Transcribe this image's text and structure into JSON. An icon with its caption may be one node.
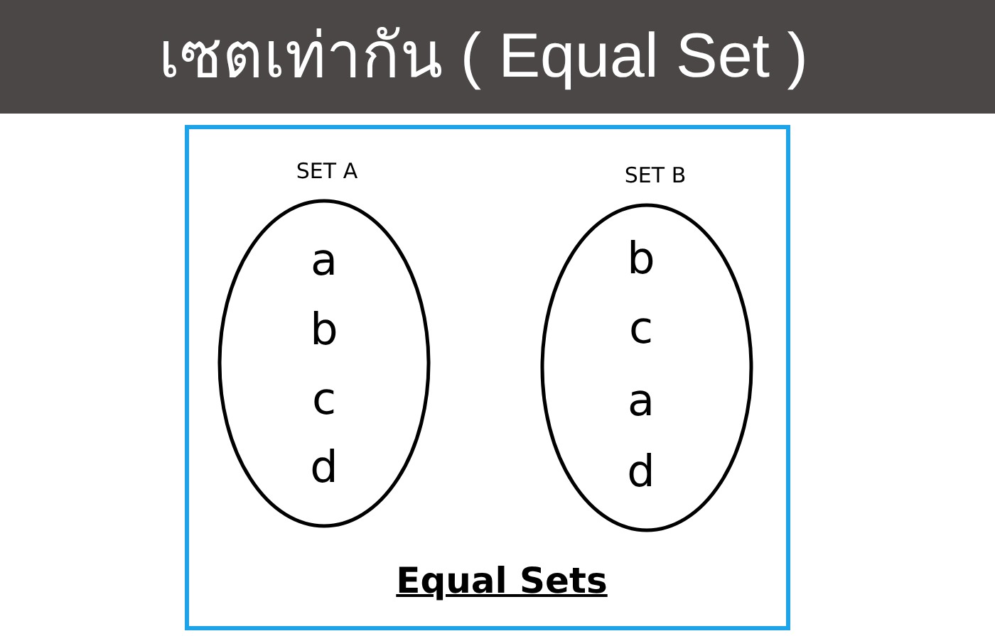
{
  "diagram": {
    "title": "เซตเท่ากัน ( Equal Set )",
    "nodes": [
      {
        "text": [
          "Equal Sets"
        ]
      },
      {
        "text": [
          "SET A",
          "a",
          "b",
          "c",
          "d"
        ],
        "in": 0
      },
      {
        "text": [
          "SET B",
          "b",
          "c",
          "a",
          "d"
        ],
        "in": 0
      }
    ]
  }
}
